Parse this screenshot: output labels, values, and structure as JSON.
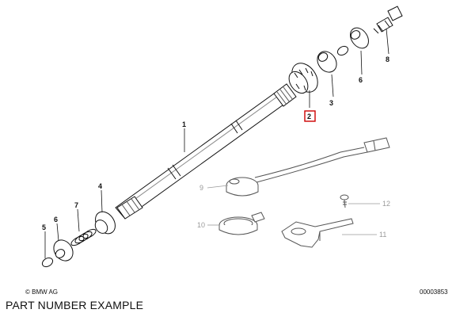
{
  "diagram": {
    "callouts": [
      {
        "id": "1",
        "text": "1",
        "highlighted": false,
        "greyed": false
      },
      {
        "id": "2",
        "text": "2",
        "highlighted": true,
        "greyed": false
      },
      {
        "id": "3",
        "text": "3",
        "highlighted": false,
        "greyed": false
      },
      {
        "id": "4",
        "text": "4",
        "highlighted": false,
        "greyed": false
      },
      {
        "id": "5",
        "text": "5",
        "highlighted": false,
        "greyed": false
      },
      {
        "id": "6a",
        "text": "6",
        "highlighted": false,
        "greyed": false
      },
      {
        "id": "6b",
        "text": "6",
        "highlighted": false,
        "greyed": false
      },
      {
        "id": "7",
        "text": "7",
        "highlighted": false,
        "greyed": false
      },
      {
        "id": "8",
        "text": "8",
        "highlighted": false,
        "greyed": false
      },
      {
        "id": "9",
        "text": "9",
        "highlighted": false,
        "greyed": true
      },
      {
        "id": "10",
        "text": "10",
        "highlighted": false,
        "greyed": true
      },
      {
        "id": "11",
        "text": "11",
        "highlighted": false,
        "greyed": true
      },
      {
        "id": "12",
        "text": "12",
        "highlighted": false,
        "greyed": true
      }
    ],
    "highlight_color": "#cc0000",
    "greyed_color": "#9a9a9a"
  },
  "footer": {
    "copyright": "© BMW AG",
    "drawing_number": "00003853"
  },
  "caption": "PART NUMBER EXAMPLE"
}
